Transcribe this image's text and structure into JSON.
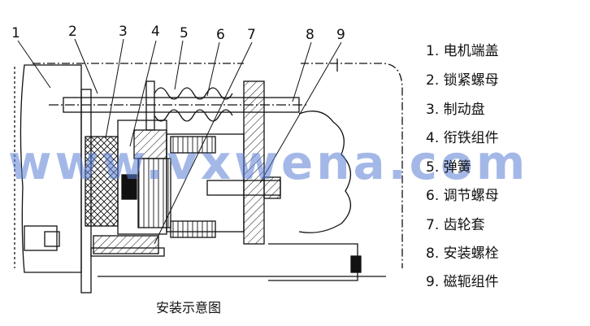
{
  "callouts": [
    "1",
    "2",
    "3",
    "4",
    "5",
    "6",
    "7",
    "8",
    "9"
  ],
  "legend": [
    "1. 电机端盖",
    "2. 锁紧螺母",
    "3. 制动盘",
    "4. 衔铁组件",
    "5. 弹簧",
    "6. 调节螺母",
    "7. 齿轮套",
    "8. 安装螺栓",
    "9. 磁轭组件"
  ],
  "caption": "安装示意图",
  "watermark": "www.vxwena.com",
  "colors": {
    "line": "#111111",
    "watermark": "#5b7fd6"
  }
}
